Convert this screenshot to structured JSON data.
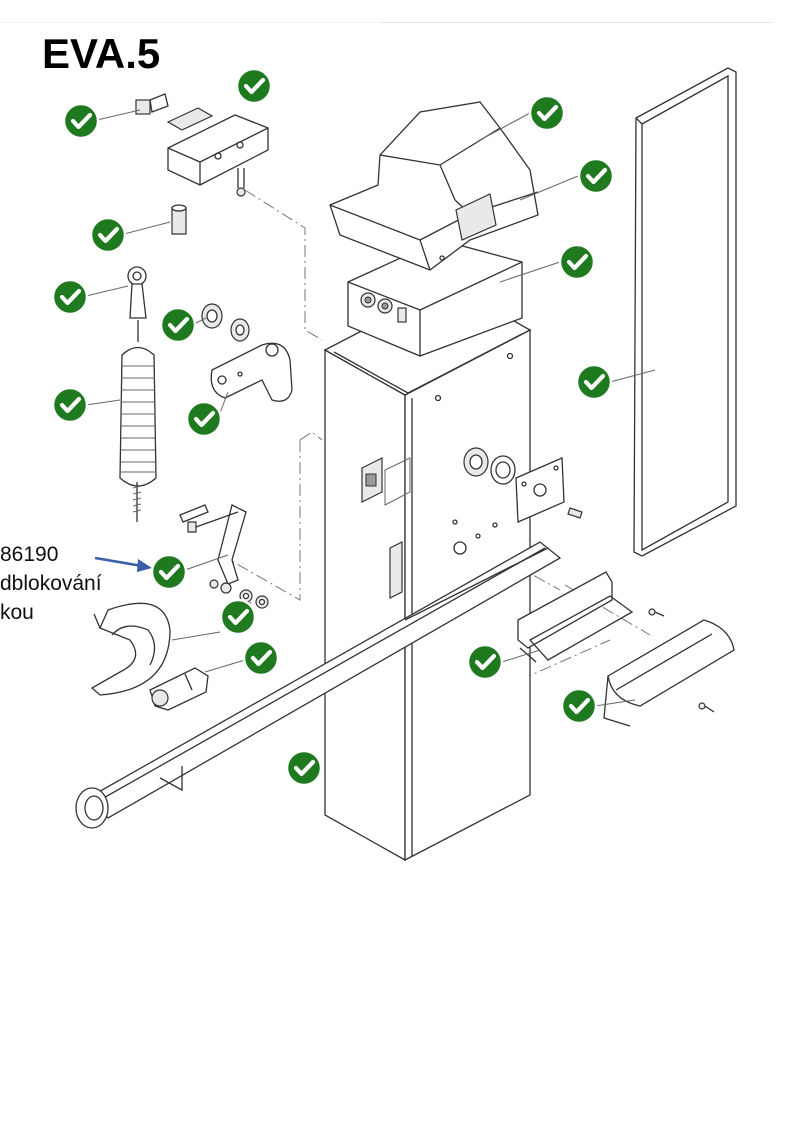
{
  "title": "EVA.5",
  "note": {
    "lines": [
      "86190",
      "dblokování",
      "kou"
    ]
  },
  "colors": {
    "check_fill": "#1f7a1f",
    "check_mark": "#ffffff",
    "arrow": "#3a5ea8",
    "leader": "#555555"
  },
  "icons": {
    "check": "check-circle-icon",
    "arrow": "arrow-right-icon"
  }
}
